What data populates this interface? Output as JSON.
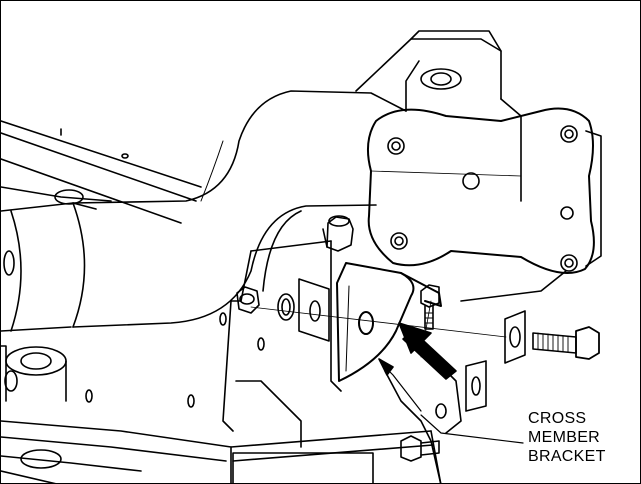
{
  "callout": {
    "lines": [
      "CROSS",
      "MEMBER",
      "BRACKET"
    ]
  },
  "colors": {
    "line": "#000000",
    "background": "#ffffff",
    "arrow_fill": "#000000"
  },
  "icons": [
    "direction-arrow"
  ]
}
